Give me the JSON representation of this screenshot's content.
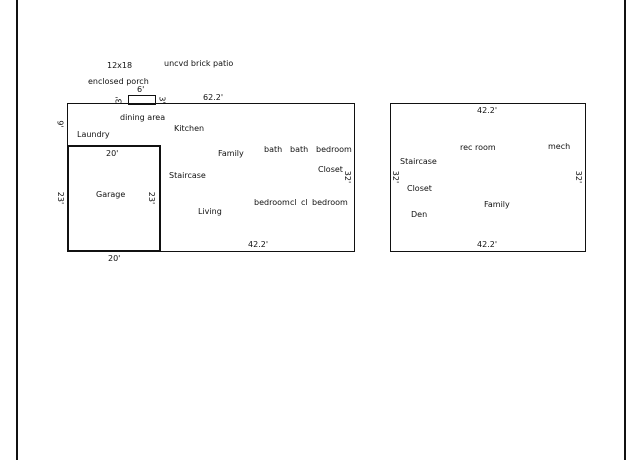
{
  "top": {
    "size_12x18": "12x18",
    "patio": "uncvd brick patio",
    "enclosed_porch": "enclosed porch",
    "dim_6": "6'",
    "dim_3_left": "3'",
    "dim_3_right": "3'"
  },
  "main_floor": {
    "dim_top": "62.2'",
    "dim_left_9": "9'",
    "dim_left_23": "23'",
    "dim_garage_top": "20'",
    "dim_garage_right": "23'",
    "dim_bottom_left": "20'",
    "dim_bottom": "42.2'",
    "dim_right": "32'",
    "rooms": {
      "laundry": "Laundry",
      "dining": "dining area",
      "kitchen": "Kitchen",
      "garage": "Garage",
      "family": "Family",
      "staircase": "Staircase",
      "living": "Living",
      "bath1": "bath",
      "bath2": "bath",
      "bedroom1": "bedroom",
      "closet": "Closet",
      "bedroom2": "bedroom",
      "cl1": "cl",
      "cl2": "cl",
      "bedroom3": "bedroom"
    }
  },
  "lower_floor": {
    "dim_top": "42.2'",
    "dim_bottom": "42.2'",
    "dim_left": "32'",
    "dim_right": "32'",
    "rooms": {
      "staircase": "Staircase",
      "rec_room": "rec room",
      "mech": "mech",
      "closet": "Closet",
      "family": "Family",
      "den": "Den"
    }
  }
}
